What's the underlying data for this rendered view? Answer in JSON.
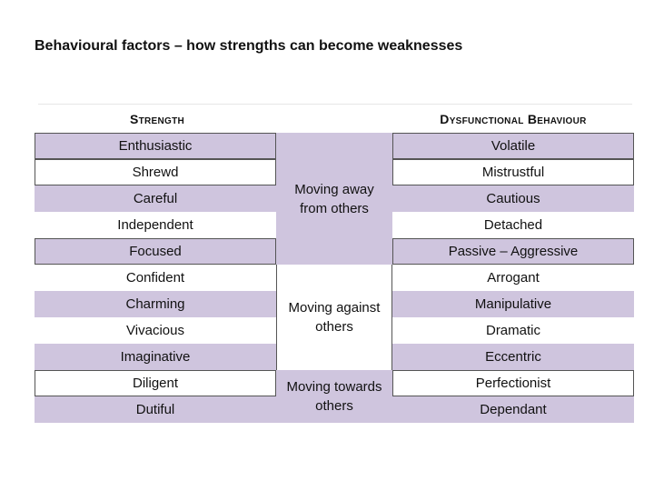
{
  "title": "Behavioural factors – how strengths can become weaknesses",
  "headers": {
    "strength": "Strength",
    "dysfunctional": "Dysfunctional Behaviour"
  },
  "colors": {
    "lavender": "#cfc5de",
    "white": "#ffffff",
    "border": "#555555"
  },
  "rows": [
    {
      "strength": "Enthusiastic",
      "dysfunctional": "Volatile"
    },
    {
      "strength": "Shrewd",
      "dysfunctional": "Mistrustful"
    },
    {
      "strength": "Careful",
      "dysfunctional": "Cautious"
    },
    {
      "strength": "Independent",
      "dysfunctional": "Detached"
    },
    {
      "strength": "Focused",
      "dysfunctional": "Passive – Aggressive"
    },
    {
      "strength": "Confident",
      "dysfunctional": "Arrogant"
    },
    {
      "strength": "Charming",
      "dysfunctional": "Manipulative"
    },
    {
      "strength": "Vivacious",
      "dysfunctional": "Dramatic"
    },
    {
      "strength": "Imaginative",
      "dysfunctional": "Eccentric"
    },
    {
      "strength": "Diligent",
      "dysfunctional": "Perfectionist"
    },
    {
      "strength": "Dutiful",
      "dysfunctional": "Dependant"
    }
  ],
  "groups": [
    {
      "label_lines": [
        "Moving away",
        "from others"
      ]
    },
    {
      "label_lines": [
        "Moving against",
        "others"
      ]
    },
    {
      "label_lines": [
        "Moving towards",
        "others"
      ]
    }
  ]
}
